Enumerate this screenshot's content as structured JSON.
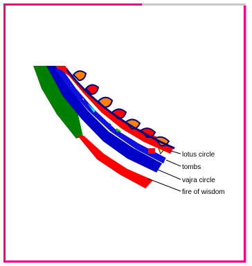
{
  "labels": {
    "lotus_circle": "lotus circle",
    "tombs": "tombs",
    "vajra_circle": "vajra circle",
    "fire_of_wisdom": "fire of wisdom"
  },
  "colors": {
    "frame_border": "#ff0080",
    "fire_red": "#ff0000",
    "fire_green": "#008000",
    "vajra_blue": "#0000c8",
    "tombs_yellow": "#ffff00",
    "tombs_cyan": "#00ffff",
    "lotus_navy": "#000080",
    "lotus_orange": "#ff8000"
  }
}
